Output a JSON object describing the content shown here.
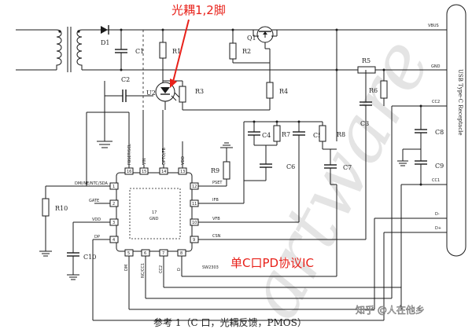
{
  "annotations": {
    "optocoupler_note": "光耦1,2脚",
    "ic_note": "单C口PD协议IC"
  },
  "caption": "参考 1（C 口，光耦反馈，PMOS）",
  "watermark": {
    "text": "artware",
    "credit": "知乎 @人在他乡"
  },
  "connector": {
    "title": "USB Type-C Receptacle",
    "pins": [
      "VBUS",
      "GND",
      "CC2",
      "CC1",
      "D-",
      "D+"
    ]
  },
  "components": {
    "D1": "D1",
    "C1": "C1",
    "R1": "R1",
    "R2": "R2",
    "Q1": "Q1",
    "C2": "C2",
    "U2": "U2",
    "R3": "R3",
    "R4": "R4",
    "R5": "R5",
    "R6": "R6",
    "C3": "C3",
    "C4": "C4",
    "R7": "R7",
    "C5": "C5",
    "R8": "R8",
    "C6": "C6",
    "C7": "C7",
    "R9": "R9",
    "C8": "C8",
    "C9": "C9",
    "R10": "R10",
    "C10": "C10"
  },
  "ic": {
    "center_pin": "17",
    "center_label": "GND",
    "part": "SW2303",
    "pins_left": [
      {
        "num": "1",
        "name": "DMI/NE/NTC/SDA"
      },
      {
        "num": "2",
        "name": "GATE"
      },
      {
        "num": "3",
        "name": "VDD"
      },
      {
        "num": "4",
        "name": "DP"
      }
    ],
    "pins_right": [
      {
        "num": "12",
        "name": "PSET"
      },
      {
        "num": "11",
        "name": "IFB"
      },
      {
        "num": "10",
        "name": "VFB"
      },
      {
        "num": "9",
        "name": "CSN"
      }
    ],
    "pins_top": [
      {
        "num": "16",
        "name": "FBSET/SCL"
      },
      {
        "num": "15",
        "name": "VIN"
      },
      {
        "num": "14",
        "name": "OPTO/FB"
      },
      {
        "num": "13",
        "name": "VDD"
      }
    ],
    "pins_bottom": [
      {
        "num": "5",
        "name": "DM"
      },
      {
        "num": "6",
        "name": "NC/CC1"
      },
      {
        "num": "7",
        "name": "CC2"
      },
      {
        "num": "8",
        "name": "D"
      }
    ]
  }
}
